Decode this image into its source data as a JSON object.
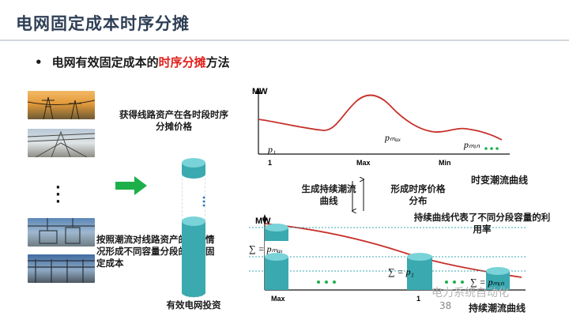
{
  "slide": {
    "title": "电网固定成本时序分摊",
    "bullet_prefix": "电网有效固定成本的",
    "bullet_highlight": "时序分摊",
    "bullet_suffix": "方法",
    "page_number": "38"
  },
  "left_panel": {
    "get_price_text": "获得线路资产在各时段时序分摊价格",
    "allocate_text": "按照潮流对线路资产的使用情况形成不同容量分段的单位固定成本",
    "investment_label": "有效电网投资"
  },
  "top_chart": {
    "y_label": "MW",
    "x_ticks": [
      "1",
      "Max",
      "Min"
    ],
    "labels": {
      "p1": "p₁",
      "pmax": "pₘₐₓ",
      "pmin": "pₘᵢₙ"
    },
    "caption": "时变潮流曲线"
  },
  "middle": {
    "form_duration_curve": "生成持续潮流曲线",
    "form_time_price": "形成时序价格分布"
  },
  "bottom_chart": {
    "y_label": "MW",
    "x_ticks": [
      "Max",
      "1"
    ],
    "sum_pmax": "∑ = pₘₐₓ",
    "sum_p1": "∑ = p₁",
    "sum_pmin": "∑ = pₘᵢₙ",
    "note": "持续曲线代表了不同分段容量的利用率",
    "caption": "持续潮流曲线"
  },
  "watermark": "电力系统自动化",
  "colors": {
    "accent_red": "#e0201b",
    "teal": "#3aa9b0",
    "green": "#1db04a",
    "curve": "#c7312b"
  }
}
